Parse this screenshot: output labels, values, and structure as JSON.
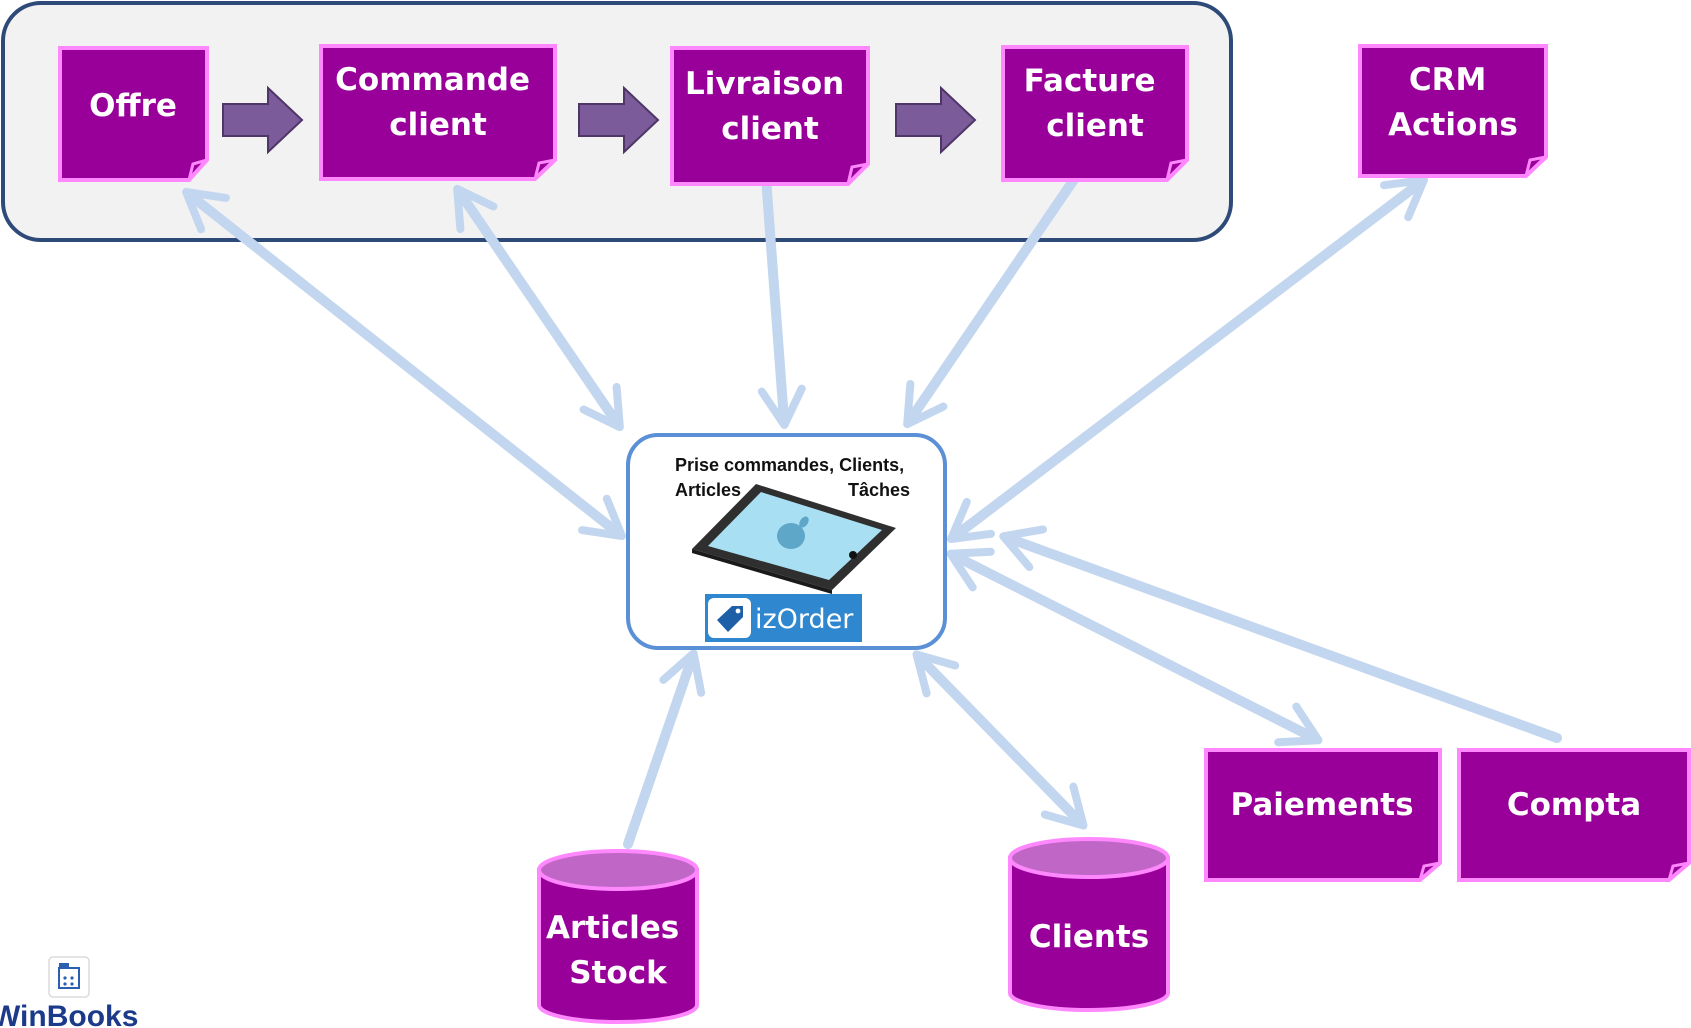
{
  "colors": {
    "note_fill": "#990099",
    "note_border": "#ff88ff",
    "arrow_blue": "#c3d6ef",
    "flow_arrow": "#7b5b99",
    "group_bg": "#f2f2f2",
    "group_border": "#2d4a78",
    "center_border": "#5b8fd6",
    "izorder_bg": "#2f87d0"
  },
  "process_group": {
    "offre": [
      "Offre"
    ],
    "commande": [
      "Commande",
      "client"
    ],
    "livraison": [
      "Livraison",
      "client"
    ],
    "facture": [
      "Facture",
      "client"
    ]
  },
  "crm": [
    "CRM",
    "Actions"
  ],
  "center": {
    "line1": "Prise commandes, Clients,",
    "left2": "Articles",
    "right2": "Tâches",
    "device_icon": "tablet-apple-icon",
    "brand": "izOrder",
    "brand_icon": "tag-icon"
  },
  "databases": {
    "articles": [
      "Articles",
      "Stock"
    ],
    "clients": [
      "Clients"
    ]
  },
  "bottom_notes": {
    "paiements": [
      "Paiements"
    ],
    "compta": [
      "Compta"
    ]
  },
  "logo": {
    "text": "WinBooks",
    "icon": "winbooks-logo-icon"
  }
}
